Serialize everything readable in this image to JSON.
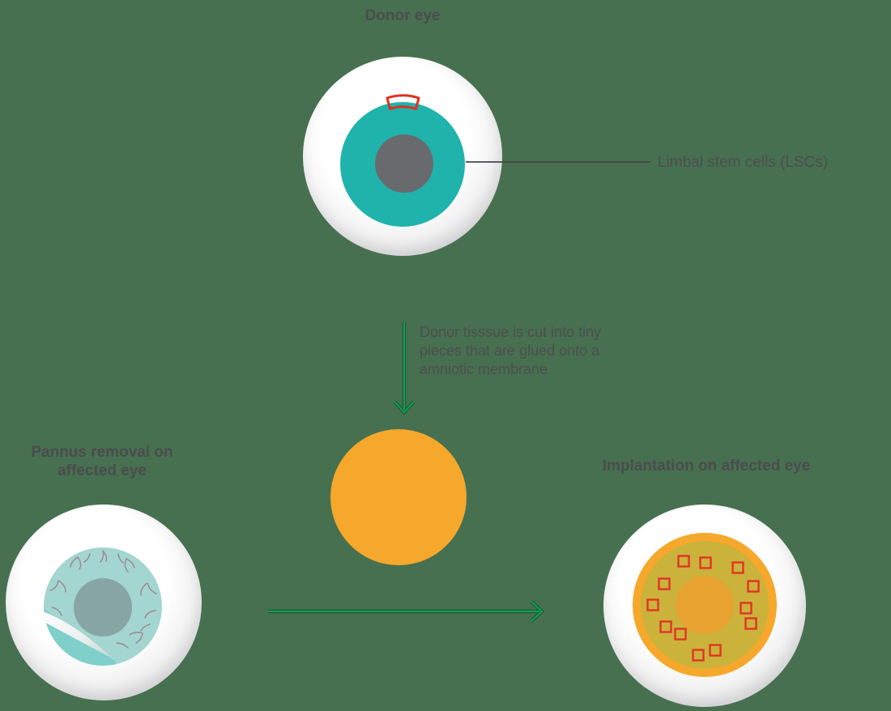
{
  "donor_section": {
    "title": "Donor eye"
  },
  "lsc_callout": {
    "label": "Limbal stem cells (LSCs)"
  },
  "process_note": {
    "lines": [
      "Donor tisssue is cut into tiny",
      "pieces that are glued onto a",
      "amniotic membrane"
    ]
  },
  "pannus_section": {
    "title_lines": [
      "Pannus removal on",
      "affected eye"
    ]
  },
  "implantation_section": {
    "title": "Implantation on affected eye"
  },
  "colors": {
    "background": "#477050",
    "text_dark": "#4B4C4E",
    "arrow_green": "#0CA257",
    "arrow_green_edge": "#1E5A38",
    "callout_line": "#46474A",
    "donor_iris_teal": "#1FB3AC",
    "donor_pupil_gray": "#696A6D",
    "lsc_marker_red": "#E0301E",
    "membrane_orange": "#F5A82B",
    "implant_membrane_olive": "#CBB23B",
    "implant_center_orange": "#E8A230",
    "implant_marker_red": "#E03425",
    "affected_iris_pale": "#A3D5D1",
    "affected_iris_bright": "#7FD0CA",
    "affected_pupil": "#87A5A3",
    "vessel_mauve": "#9D878B",
    "sclera_white": "#FFFFFF"
  }
}
